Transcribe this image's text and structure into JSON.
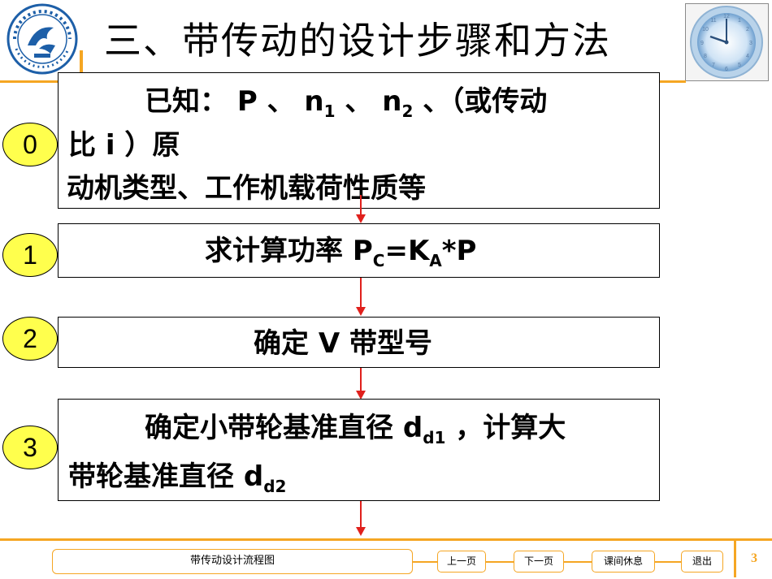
{
  "slide": {
    "title": "三、带传动的设计步骤和方法",
    "page_number": "3"
  },
  "steps": [
    {
      "badge": "0",
      "line1_pre": "已知： P 、 n",
      "line1_sub1": "1",
      "line1_mid": " 、 n",
      "line1_sub2": "2",
      "line1_post": " 、（或传动",
      "line2": "比 i ）原",
      "line3": "动机类型、工作机载荷性质等"
    },
    {
      "badge": "1",
      "pre": "求计算功率 P",
      "sub1": "C",
      "mid": "=K",
      "sub2": "A",
      "post": "*P"
    },
    {
      "badge": "2",
      "text": "确定 V 带型号"
    },
    {
      "badge": "3",
      "line1_pre": "确定小带轮基准直径 d",
      "line1_sub": "d1",
      "line1_post": " ，计算大",
      "line2_pre": "带轮基准直径 d",
      "line2_sub": "d2"
    }
  ],
  "footer": {
    "caption": "带传动设计流程图",
    "prev_label": "上一页",
    "next_label": "下一页",
    "break_label": "课间休息",
    "exit_label": "退出"
  },
  "colors": {
    "accent": "#f5a623",
    "badge_fill": "#ffff4d",
    "arrow": "#e0201c",
    "logo_blue": "#1d5fa8"
  },
  "icons": {
    "logo": "school-emblem-icon",
    "clock": "clock-icon"
  }
}
